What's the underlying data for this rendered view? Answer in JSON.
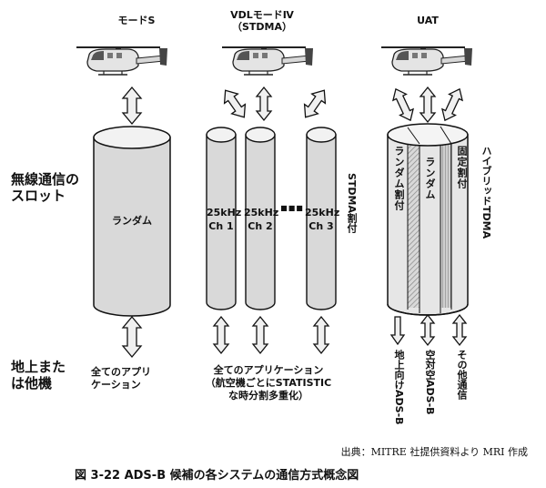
{
  "headers": {
    "mode_s": "モードS",
    "vdl": "VDLモードⅣ\n（STDMA）",
    "uat": "UAT"
  },
  "row_labels": {
    "slots": "無線通信の\nスロット",
    "ground": "地上また\nは他機"
  },
  "mode_s": {
    "cylinder_label": "ランダム",
    "app_label": "全てのアプリ\nケーション"
  },
  "vdl": {
    "channels": [
      {
        "freq": "25kHz",
        "ch": "Ch 1"
      },
      {
        "freq": "25kHz",
        "ch": "Ch 2"
      },
      {
        "freq": "25kHz",
        "ch": "Ch 3"
      }
    ],
    "ellipsis": "■■■",
    "side_label": "STDMA割付",
    "app_label": "全てのアプリケーション\n（航空機ごとにSTATISTIC\nな時分割多重化）"
  },
  "uat": {
    "stripe_random_assigned": "ランダム割付",
    "stripe_random": "ランダム",
    "stripe_fixed": "固定割付",
    "side_label": "ハイブリッドTDMA",
    "bottom_labels": [
      "地上向けADS-B",
      "空対空ADS-B",
      "その他通信"
    ]
  },
  "source_note": "出典：MITRE 社提供資料より MRI 作成",
  "figure_caption": "図 3-22 ADS-B 候補の各システムの通信方式概念図"
}
